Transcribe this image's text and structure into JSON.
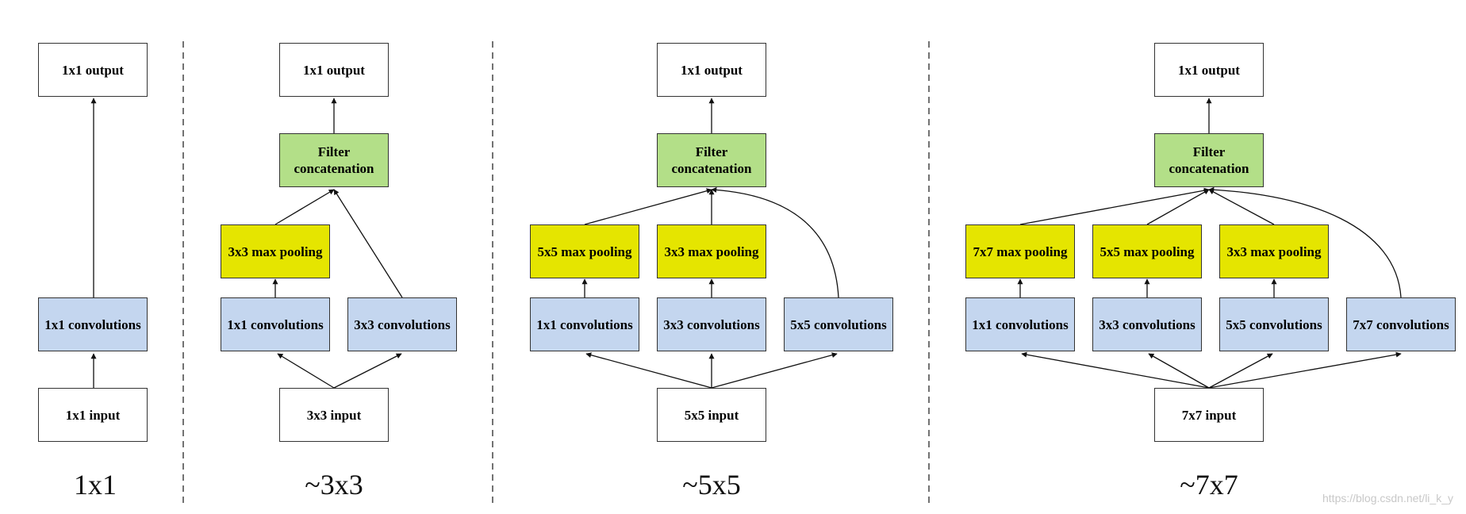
{
  "panel_1x1": {
    "output": "1x1 output",
    "conv": "1x1 convolutions",
    "input": "1x1 input",
    "caption": "1x1"
  },
  "panel_3x3": {
    "output": "1x1 output",
    "concat": "Filter concatenation",
    "pool": "3x3 max pooling",
    "conv1": "1x1 convolutions",
    "conv3": "3x3 convolutions",
    "input": "3x3 input",
    "caption": "~3x3"
  },
  "panel_5x5": {
    "output": "1x1 output",
    "concat": "Filter concatenation",
    "pool5": "5x5 max pooling",
    "pool3": "3x3 max pooling",
    "conv1": "1x1 convolutions",
    "conv3": "3x3 convolutions",
    "conv5": "5x5 convolutions",
    "input": "5x5 input",
    "caption": "~5x5"
  },
  "panel_7x7": {
    "output": "1x1 output",
    "concat": "Filter concatenation",
    "pool7": "7x7 max pooling",
    "pool5": "5x5 max pooling",
    "pool3": "3x3 max pooling",
    "conv1": "1x1 convolutions",
    "conv3": "3x3 convolutions",
    "conv5": "5x5 convolutions",
    "conv7": "7x7 convolutions",
    "input": "7x7 input",
    "caption": "~7x7"
  },
  "watermark": "https://blog.csdn.net/li_k_y",
  "colors": {
    "conv": "#c4d6ef",
    "pool": "#e5e500",
    "concat": "#b3df88",
    "border": "#333333"
  }
}
